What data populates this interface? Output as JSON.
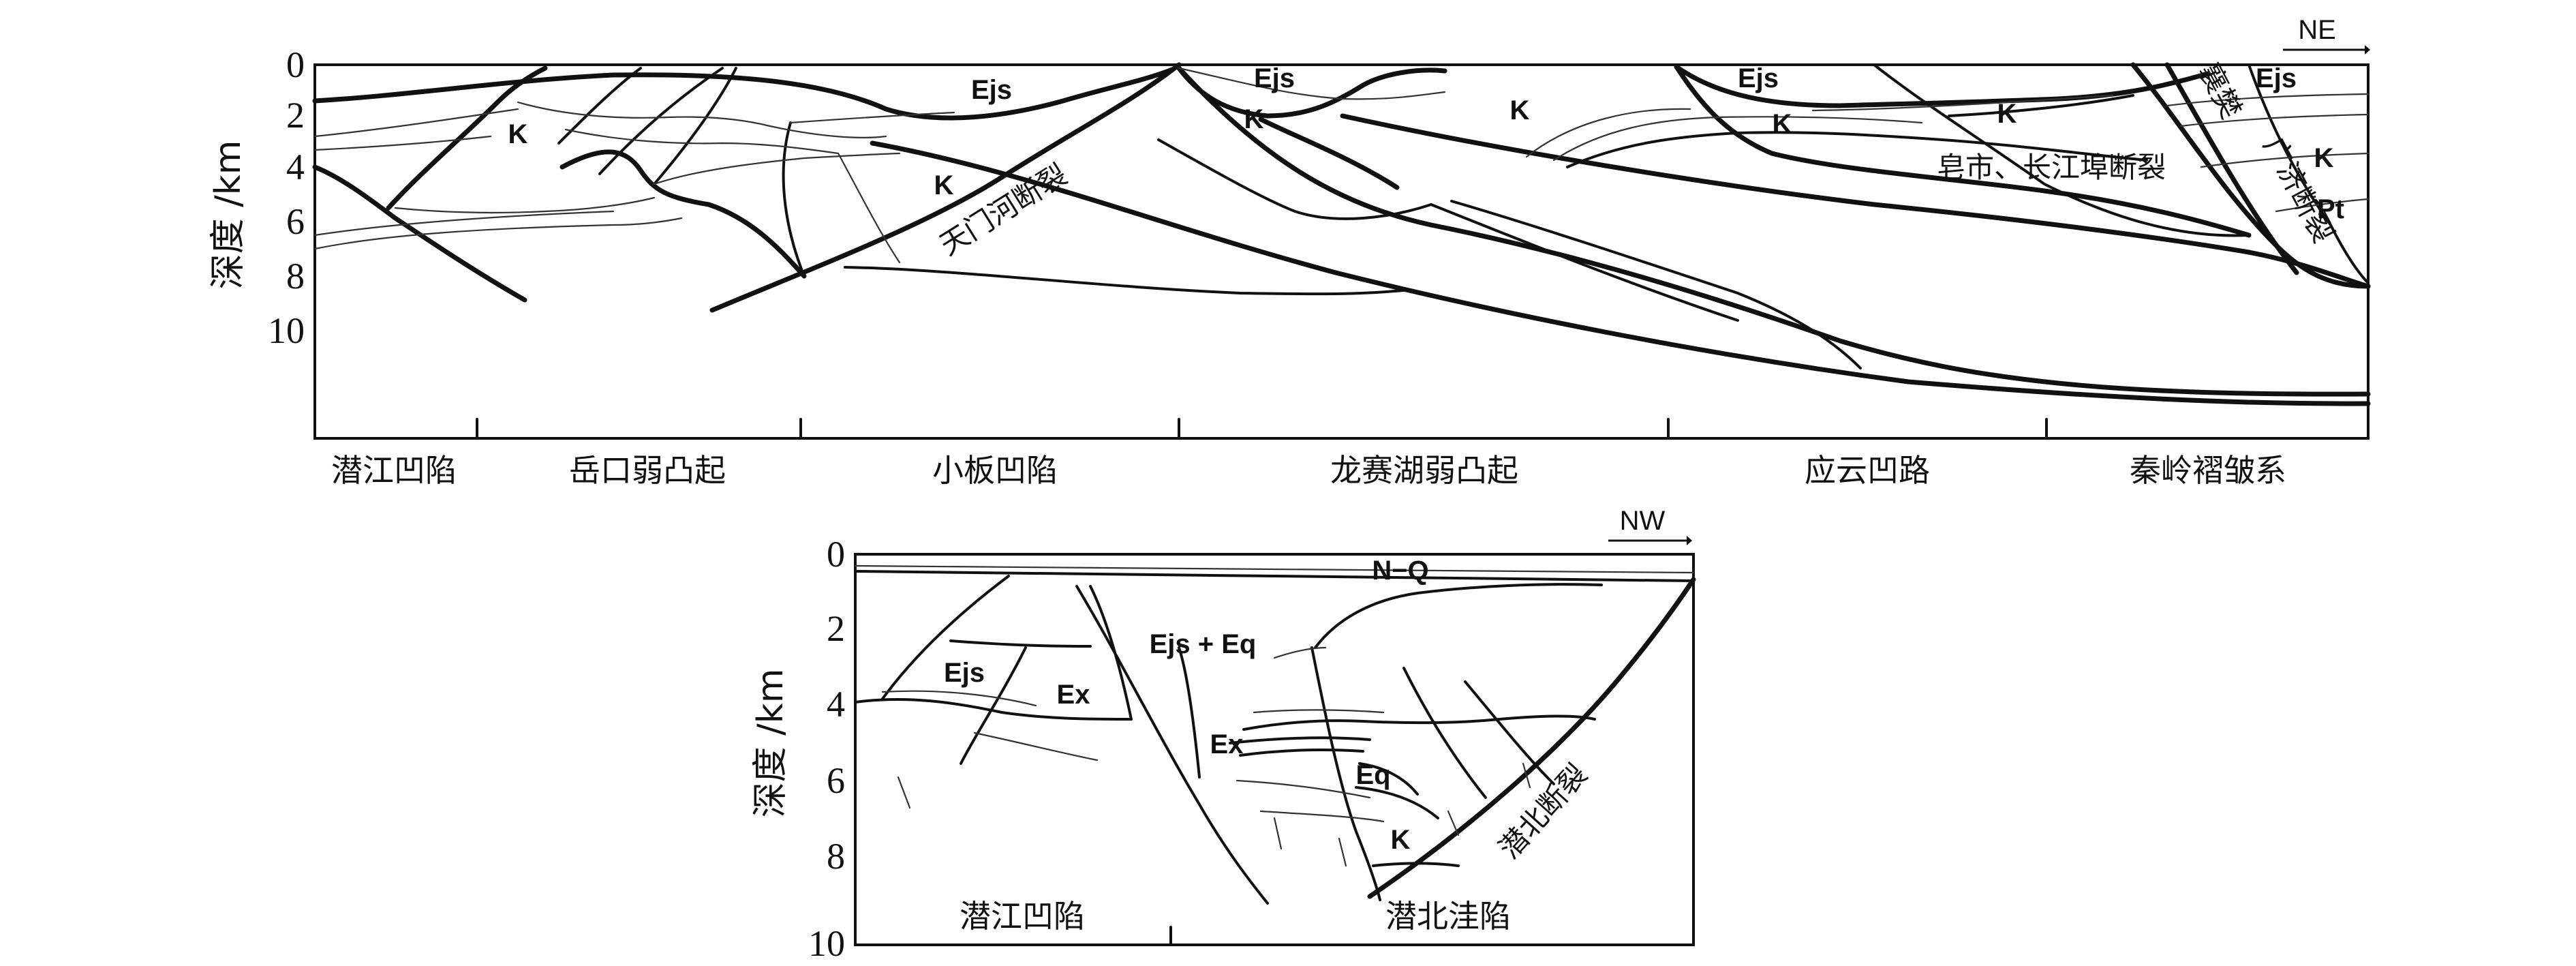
{
  "top_section": {
    "direction_label": "NE",
    "y_axis_label": "深度 /km",
    "depth_ticks": [
      "0",
      "2",
      "4",
      "6",
      "8",
      "10"
    ],
    "regions": [
      "潜江凹陷",
      "岳口弱凸起",
      "小板凹陷",
      "龙赛湖弱凸起",
      "应云凹路",
      "秦岭褶皱系"
    ],
    "unit_labels": {
      "k1": "K",
      "ejs1": "Ejs",
      "k2": "K",
      "ejs2": "Ejs",
      "k3": "K",
      "k4": "K",
      "ejs3": "Ejs",
      "k5": "K",
      "k6": "K",
      "ejs4": "Ejs",
      "k7": "K",
      "pt": "Pt"
    },
    "fault_labels": {
      "tianmenhe": "天门河断裂",
      "zaoshi": "皂市、长江埠断裂",
      "xiangfan": "襄樊",
      "guangji": "广济断裂"
    }
  },
  "bottom_section": {
    "direction_label": "NW",
    "y_axis_label": "深度 /km",
    "depth_ticks": [
      "0",
      "2",
      "4",
      "6",
      "8",
      "10"
    ],
    "regions": [
      "潜江凹陷",
      "潜北洼陷"
    ],
    "unit_labels": {
      "nq": "N−Q",
      "ejs_eq": "Ejs + Eq",
      "ejs": "Ejs",
      "ex1": "Ex",
      "ex2": "Ex",
      "eq": "Eq",
      "k": "K"
    },
    "fault_labels": {
      "qianbei": "潜北断裂"
    }
  }
}
